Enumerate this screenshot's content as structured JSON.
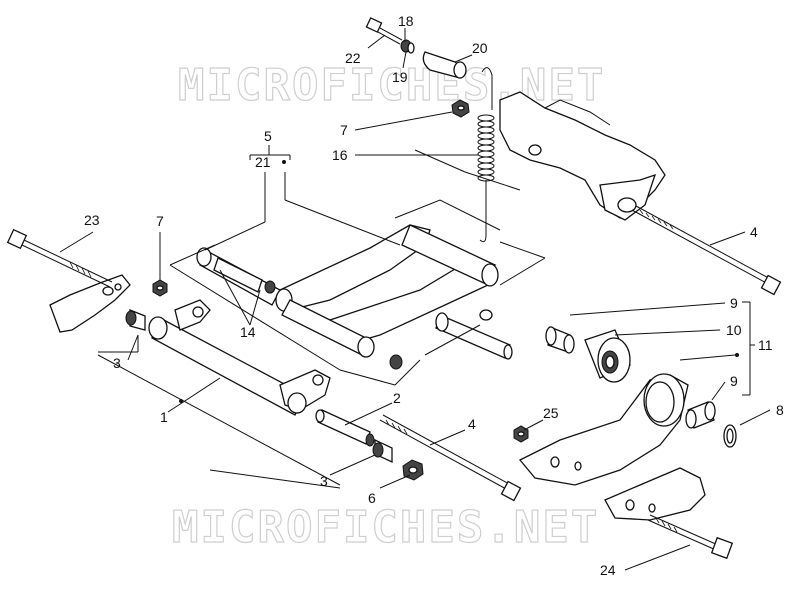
{
  "watermark": {
    "top": "MICROFICHES.NET",
    "bottom": "MICROFICHES.NET"
  },
  "callouts": {
    "c1": "1",
    "c2": "2",
    "c3a": "3",
    "c3b": "3",
    "c4a": "4",
    "c4b": "4",
    "c5": "5",
    "c6": "6",
    "c7a": "7",
    "c7b": "7",
    "c8": "8",
    "c9a": "9",
    "c9b": "9",
    "c10": "10",
    "c11": "11",
    "c14": "14",
    "c16": "16",
    "c18": "18",
    "c19": "19",
    "c20": "20",
    "c21": "21",
    "c22": "22",
    "c23": "23",
    "c24": "24",
    "c25": "25"
  }
}
